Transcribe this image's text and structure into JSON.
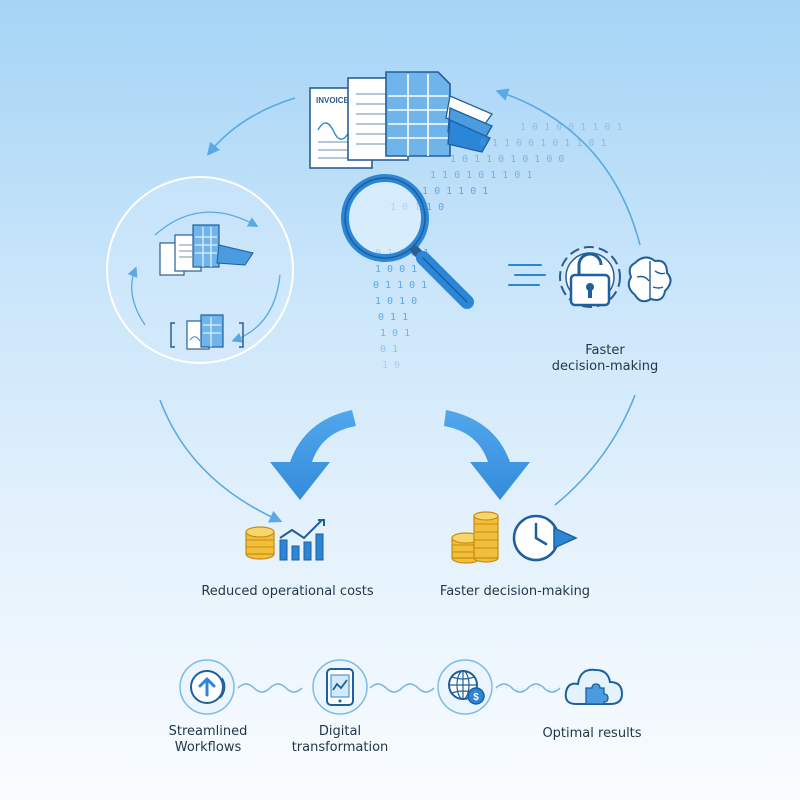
{
  "documents": {
    "invoice_label": "INVOICE"
  },
  "binary_stream": [
    "1  0 1 0 0 1 1 0 1",
    "0 1 1 0 0 1 0 1 1 0 1",
    "1 0 1 1 0 1 0 1 0 0",
    "1 1 0 1 0 1 1 0 1",
    "0 1 0 1 1 0 1",
    "1 0 1 1 0",
    "0 1 1 0 1",
    "1 0 0 1",
    "0 1 1 0 1",
    "1 0 1 0",
    "0 1 1",
    "1 0 1",
    "0 1",
    "1 0"
  ],
  "center_labels": {
    "left": "Reduced operational costs",
    "right": "Faster decision-making"
  },
  "side_label": {
    "line1": "Faster",
    "line2": "decision-making"
  },
  "steps": [
    {
      "line1": "Streamlined",
      "line2": "Workflows",
      "icon": "upload-circle-icon"
    },
    {
      "line1": "Digital",
      "line2": "transformation",
      "icon": "tablet-chart-icon"
    },
    {
      "line1": "",
      "line2": "",
      "icon": "globe-dollar-icon"
    },
    {
      "line1": "Optimal results",
      "line2": "",
      "icon": "cloud-puzzle-icon"
    }
  ],
  "colors": {
    "primary": "#2b86d8",
    "dark_blue": "#1f5f9c",
    "light_blue": "#6fb4ea",
    "coin_gold": "#f2bf3a",
    "coin_dark": "#c88b14"
  }
}
